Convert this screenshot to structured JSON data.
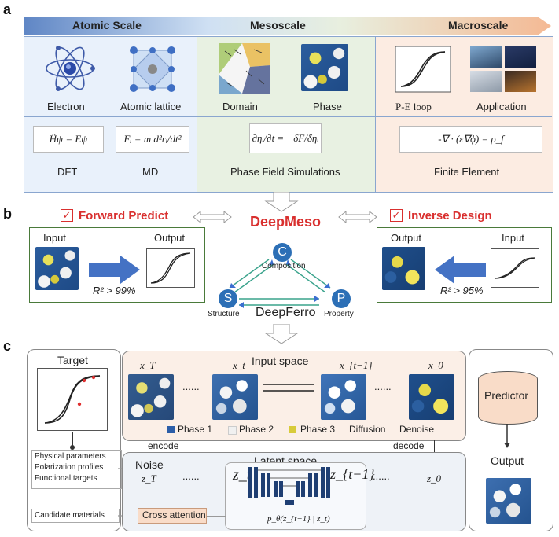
{
  "panels": {
    "a": "a",
    "b": "b",
    "c": "c"
  },
  "a": {
    "headers": [
      "Atomic Scale",
      "Mesoscale",
      "Macroscale"
    ],
    "top_labels": [
      "Electron",
      "Atomic lattice",
      "Domain",
      "Phase",
      "P-E loop",
      "Application"
    ],
    "equations": {
      "dft": "Ĥψ = Eψ",
      "md": "Fᵢ = m d²rᵢ/dt²",
      "pf": "∂ηᵢ/∂t = −δF/δηᵢ",
      "fe": "-∇ · (ε∇ϕ) = ρ_f"
    },
    "methods": [
      "DFT",
      "MD",
      "Phase Field Simulations",
      "Finite Element"
    ]
  },
  "b": {
    "forward": "Forward Predict",
    "inverse": "Inverse Design",
    "deepmeso": "DeepMeso",
    "deepferro": "DeepFerro",
    "input": "Input",
    "output": "Output",
    "r2_forward": "R² > 99%",
    "r2_inverse": "R² > 95%",
    "nodes": {
      "c_letter": "C",
      "c_label": "Composition",
      "s_letter": "S",
      "s_label": "Structure",
      "p_letter": "P",
      "p_label": "Property"
    }
  },
  "c": {
    "target": "Target",
    "target_items": [
      "Physical parameters",
      "Polarization profiles",
      "Functional targets"
    ],
    "candidate": "Candidate materials",
    "cross_attention": "Cross attention",
    "input_space": "Input space",
    "latent_space": "Latent space",
    "noise": "Noise",
    "encode": "encode",
    "decode": "decode",
    "predictor": "Predictor",
    "output": "Output",
    "x_labels": [
      "x_T",
      "x_t",
      "x_{t−1}",
      "x_0"
    ],
    "z_labels": [
      "z_T",
      "z_t",
      "z_{t−1}",
      "z_0"
    ],
    "pz": "p_θ(z_{t−1} | z_t)",
    "dots": "......",
    "legend": [
      "Phase 1",
      "Phase 2",
      "Phase 3",
      "Diffusion",
      "Denoise"
    ]
  },
  "colors": {
    "atomic_bg": "#e9f1fb",
    "meso_bg": "#e8f1e2",
    "macro_bg": "#fcece2",
    "red_title": "#d9302f",
    "node_blue": "#2c6fb6",
    "arrow_blue": "#3b6fd0",
    "predictor_fill": "#f9dcc8"
  }
}
